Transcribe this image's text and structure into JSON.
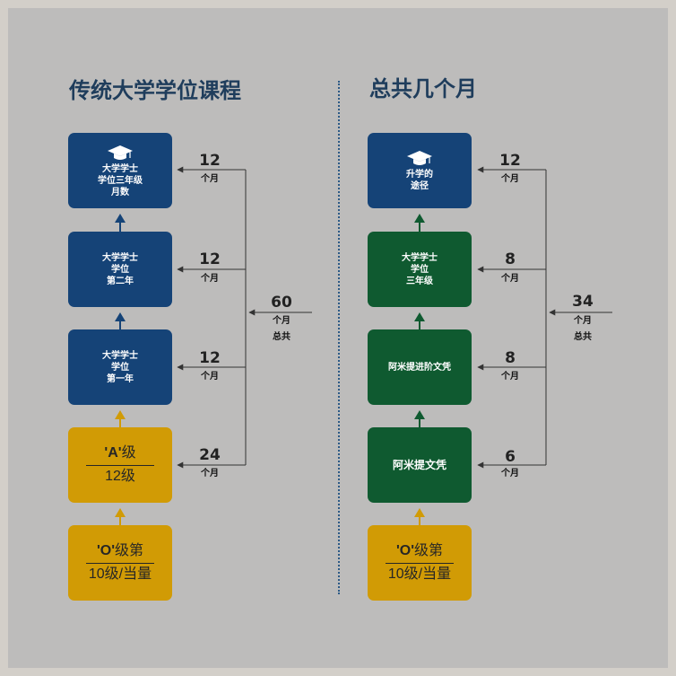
{
  "left": {
    "title": "传统大学学位课程",
    "boxes": [
      {
        "label": "大学学士\n学位三年级\n月数",
        "minutes": "12",
        "unit": "个月"
      },
      {
        "label": "大学学士\n学位\n第二年",
        "minutes": "12",
        "unit": "个月"
      },
      {
        "label": "大学学士\n学位\n第一年",
        "minutes": "12",
        "unit": "个月"
      },
      {
        "level_a": "'A'",
        "level_a_rest": "级",
        "level_b": "12级",
        "minutes": "24",
        "unit": "个月"
      },
      {
        "level_a": "'O'",
        "level_a_rest": "级第",
        "level_b": "10级/当量"
      }
    ],
    "total": {
      "value": "60",
      "unit": "个月",
      "label": "总共"
    }
  },
  "right": {
    "title": "总共几个月",
    "boxes": [
      {
        "label": "升学的\n途径",
        "minutes": "12",
        "unit": "个月"
      },
      {
        "label": "大学学士\n学位\n三年级",
        "minutes": "8",
        "unit": "个月"
      },
      {
        "label": "阿米提进阶文凭",
        "minutes": "8",
        "unit": "个月"
      },
      {
        "label": "阿米提文凭",
        "minutes": "6",
        "unit": "个月"
      },
      {
        "level_a": "'O'",
        "level_a_rest": "级第",
        "level_b": "10级/当量"
      }
    ],
    "total": {
      "value": "34",
      "unit": "个月",
      "label": "总共"
    }
  },
  "colors": {
    "blue": "#154377",
    "green": "#0f5a30",
    "gold": "#d19b05",
    "title": "#1f3d5c"
  },
  "icons": [
    "graduation-cap-icon"
  ]
}
